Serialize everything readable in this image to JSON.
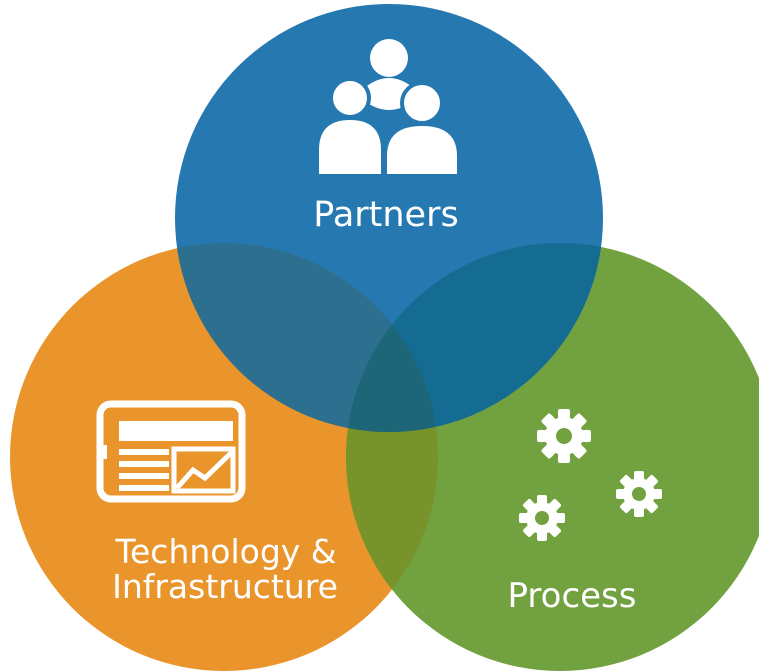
{
  "diagram": {
    "type": "venn",
    "circles": [
      {
        "id": "partners",
        "label_lines": [
          "Partners"
        ],
        "icon": "people-group-icon",
        "color": "#1f77b0"
      },
      {
        "id": "technology",
        "label_lines": [
          "Technology &",
          "Infrastructure"
        ],
        "icon": "tablet-dashboard-icon",
        "color": "#e9952b"
      },
      {
        "id": "process",
        "label_lines": [
          "Process"
        ],
        "icon": "gears-icon",
        "color": "#72a140"
      }
    ]
  }
}
